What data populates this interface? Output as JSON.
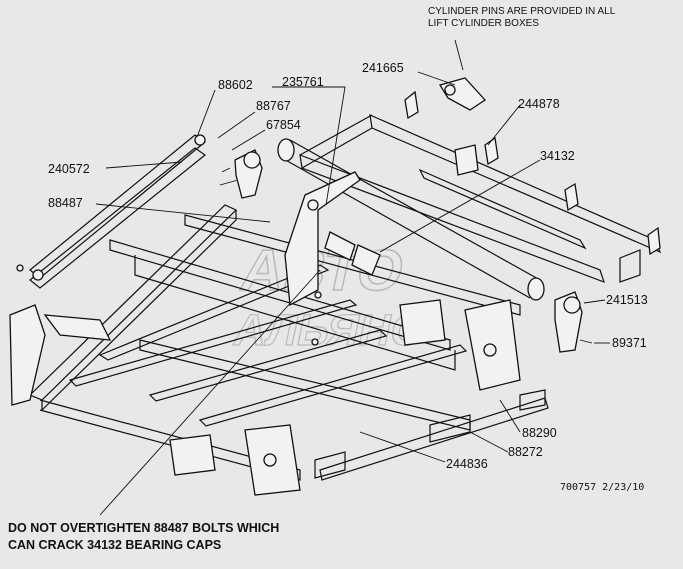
{
  "callouts": {
    "p88602": "88602",
    "p88767": "88767",
    "p67854": "67854",
    "p240572": "240572",
    "p235761": "235761",
    "p241665": "241665",
    "p244878": "244878",
    "p34132": "34132",
    "p88487": "88487",
    "p241513": "241513",
    "p89371": "89371",
    "p88290": "88290",
    "p88272": "88272",
    "p244836": "244836"
  },
  "notes": {
    "cylinder_line1": "CYLINDER PINS ARE PROVIDED IN ALL",
    "cylinder_line2": "LIFT CYLINDER BOXES",
    "warning_line1": "DO NOT OVERTIGHTEN 88487 BOLTS WHICH",
    "warning_line2": "CAN CRACK 34132 BEARING CAPS",
    "drawing_id": "700757  2/23/10"
  },
  "watermark": {
    "line1": "АВТО",
    "line2": "АЛЬЯНС"
  }
}
